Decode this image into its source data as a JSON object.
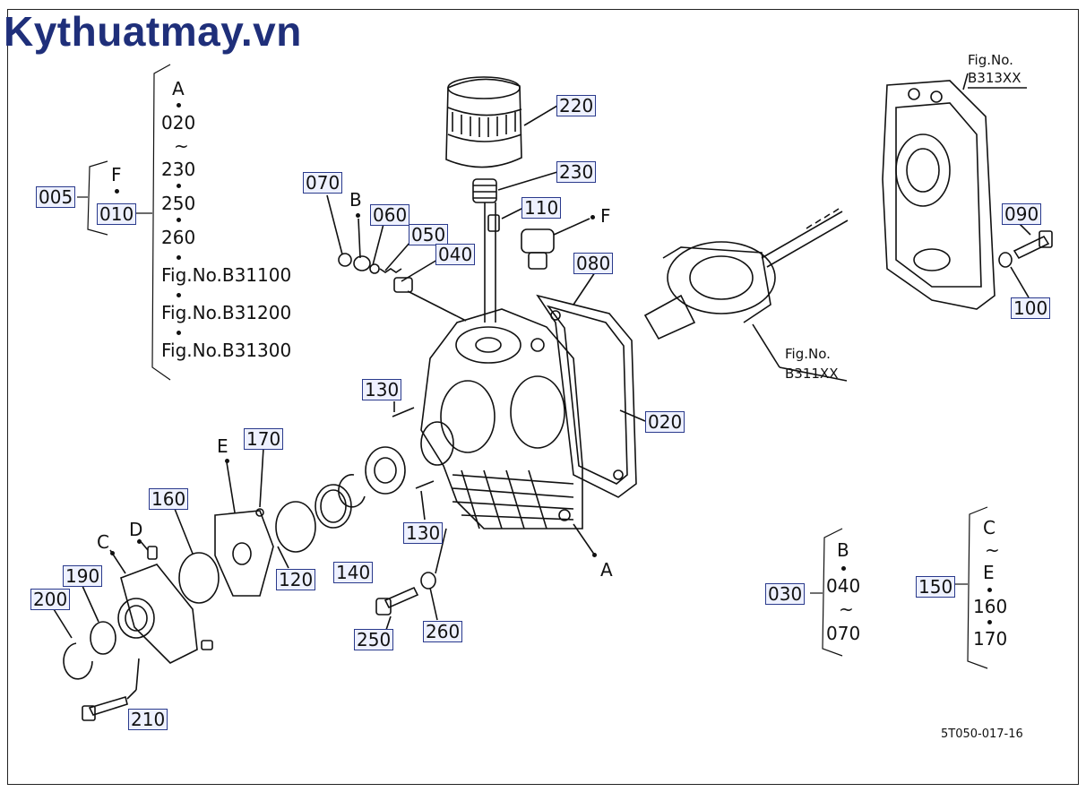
{
  "watermark": "Kythuatmay.vn",
  "drawing_code": "5T050-017-16",
  "part_boxes": {
    "p005": "005",
    "p010": "010",
    "p020": "020",
    "p030": "030",
    "p040": "040",
    "p050": "050",
    "p060": "060",
    "p070": "070",
    "p080": "080",
    "p090": "090",
    "p100": "100",
    "p110": "110",
    "p120": "120",
    "p130a": "130",
    "p130b": "130",
    "p140": "140",
    "p150": "150",
    "p160": "160",
    "p170": "170",
    "p190": "190",
    "p200": "200",
    "p210": "210",
    "p220": "220",
    "p230": "230",
    "p250": "250",
    "p260": "260"
  },
  "group_a": {
    "items": [
      "A",
      "020",
      "~",
      "230",
      "250",
      "260",
      "Fig.No.B31100",
      "Fig.No.B31200",
      "Fig.No.B31300"
    ]
  },
  "group_f": {
    "items": [
      "F",
      "010"
    ]
  },
  "group_b": {
    "items": [
      "B",
      "040",
      "~",
      "070"
    ]
  },
  "group_c": {
    "items": [
      "C",
      "~",
      "E",
      "160",
      "170"
    ]
  },
  "letters": {
    "a": "A",
    "b": "B",
    "c": "C",
    "d": "D",
    "e": "E",
    "f": "F"
  },
  "fig_refs": {
    "b313_label": "Fig.No.",
    "b313_code": "B313XX",
    "b311_label": "Fig.No.",
    "b311_code": "B311XX"
  }
}
